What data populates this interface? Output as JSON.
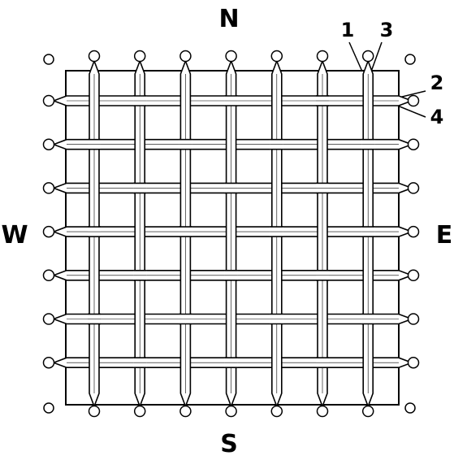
{
  "compass": {
    "north": "N",
    "south": "S",
    "east": "E",
    "west": "W"
  },
  "callouts": [
    "1",
    "3",
    "2",
    "4"
  ],
  "grid": {
    "vertical_strands": 7,
    "horizontal_strands": 7
  },
  "colors": {
    "ink": "#000000",
    "paper": "#ffffff"
  }
}
